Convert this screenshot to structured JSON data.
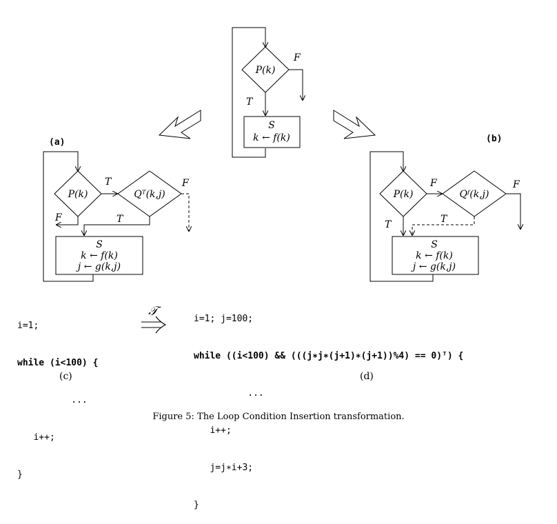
{
  "diagram_top": {
    "cond": "P(k)",
    "t_label": "T",
    "f_label": "F",
    "stmt_name": "S",
    "stmt_expr": "k ← f(k)"
  },
  "diagram_a": {
    "label": "(a)",
    "cond": "P(k)",
    "cond2": "Qᵀ(k,j)",
    "t_label_1": "T",
    "t_label_2": "T",
    "f_label_1": "F",
    "f_label_2": "F",
    "stmt_name": "S",
    "stmt_line1": "k ← f(k)",
    "stmt_line2": "j ← g(k,j)"
  },
  "diagram_b": {
    "label": "(b)",
    "cond": "P(k)",
    "cond2": "Qᶠ(k,j)",
    "t_label_1": "T",
    "t_label_2": "T",
    "f_label_1": "F",
    "f_label_2": "F",
    "stmt_name": "S",
    "stmt_line1": "k ← f(k)",
    "stmt_line2": "j ← g(k,j)"
  },
  "code_c": {
    "lines": [
      "i=1;",
      "while (i<100) {",
      "          ...",
      "   i++;",
      "}"
    ],
    "label": "(c)"
  },
  "transform_symbol": "𝒯",
  "code_d": {
    "lines": [
      "i=1; j=100;",
      "while ((i<100) && (((j∗j∗(j+1)∗(j+1))%4) == 0)ᵀ) {",
      "          ...",
      "   i++;",
      "   j=j∗i+3;",
      "}"
    ],
    "label": "(d)"
  },
  "caption": "Figure 5: The Loop Condition Insertion transformation."
}
